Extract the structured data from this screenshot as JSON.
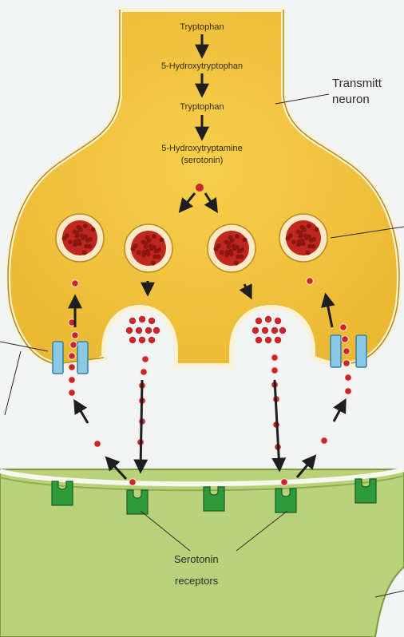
{
  "pathway": {
    "step1": "Tryptophan",
    "step2": "5-Hydroxytryptophan",
    "step3": "Tryptophan",
    "step4_line1": "5-Hydroxytryptamine",
    "step4_line2": "(serotonin)"
  },
  "labels": {
    "transmitter_line1": "Transmitt",
    "transmitter_line2": "neuron",
    "receptors_line1": "Serotonin",
    "receptors_line2": "receptors"
  },
  "colors": {
    "presynaptic": "#f2c23c",
    "presynaptic_edge": "#b78a12",
    "postsynaptic": "#b9d27a",
    "cleft": "#f2f3f3",
    "vesicle": "#c0281f",
    "vesicle_wall": "#fde9c6",
    "serotonin_dot": "#c8262b",
    "transporter": "#8cc9e6",
    "receptor": "#2f9a3a",
    "arrow": "#1e1e1e"
  },
  "icons": [
    "down-arrow-icon",
    "vesicle-icon",
    "transporter-icon",
    "receptor-icon"
  ]
}
